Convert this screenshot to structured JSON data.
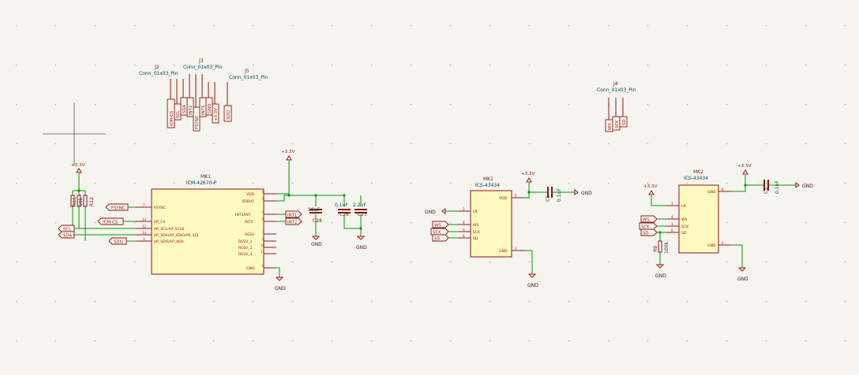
{
  "power_labels": {
    "vcc": "+3.3V",
    "gnd": "GND"
  },
  "components": {
    "u1": {
      "ref": "MK1",
      "value": "ICM-42670-P",
      "left_pins": [
        {
          "num": "7",
          "name": "FSYNC"
        },
        {
          "num": "13",
          "name": "AP_CS"
        },
        {
          "num": "12",
          "name": "AP_SCL/AP_SCLK"
        },
        {
          "num": "14",
          "name": "AP_SDA/AP_SDIO/AP_SDI"
        },
        {
          "num": "1",
          "name": "AP_SDO/AP_AD0"
        }
      ],
      "right_pins": [
        {
          "num": "8",
          "name": "VDD"
        },
        {
          "num": "5",
          "name": "VDDIO"
        },
        {
          "num": "4",
          "name": "INT1/INT"
        },
        {
          "num": "9",
          "name": "INT2"
        },
        {
          "num": "3",
          "name": "RESV"
        },
        {
          "num": "2",
          "name": "RESV_1"
        },
        {
          "num": "10",
          "name": "RESV_2"
        },
        {
          "num": "11",
          "name": "RESV_3"
        },
        {
          "num": "6",
          "name": "GND"
        }
      ]
    },
    "mk1": {
      "ref": "MK1",
      "value": "ICS-43434",
      "left_pins": [
        {
          "num": "3",
          "name": "LR"
        },
        {
          "num": "4",
          "name": "WS"
        },
        {
          "num": "1",
          "name": "SCK"
        },
        {
          "num": "6",
          "name": "SD"
        }
      ],
      "right_pins": [
        {
          "num": "5",
          "name": "VDD"
        },
        {
          "num": "2",
          "name": "GND"
        }
      ]
    },
    "mk2": {
      "ref": "MK2",
      "value": "ICS-43434",
      "left_pins": [
        {
          "num": "3",
          "name": "LR"
        },
        {
          "num": "4",
          "name": "WS"
        },
        {
          "num": "1",
          "name": "SCK"
        },
        {
          "num": "6",
          "name": "SD"
        }
      ],
      "right_pins": [
        {
          "num": "8",
          "name": "GND"
        },
        {
          "num": "2",
          "name": "GND"
        }
      ]
    },
    "connectors": [
      {
        "ref": "J2",
        "value": "Conn_01x03_Pin",
        "nets": [
          "ICM-CS",
          "SCL",
          "SDA"
        ]
      },
      {
        "ref": "J3",
        "value": "Conn_01x03_Pin",
        "nets": [
          "INT2",
          "FSYNC",
          "INT1"
        ]
      },
      {
        "ref": "J5",
        "value": "Conn_01x03_Pin",
        "nets": [
          "GND",
          "+3.3V",
          "SDO"
        ]
      },
      {
        "ref": "J4",
        "value": "Conn_01x03_Pin",
        "nets": [
          "WS",
          "SCK",
          "SD"
        ]
      }
    ],
    "resistors": [
      {
        "ref": "R11",
        "value": "10k"
      },
      {
        "ref": "R10",
        "value": "10k"
      },
      {
        "ref": "R12",
        "value": "10k"
      },
      {
        "ref": "R9",
        "value": "100k"
      }
    ],
    "capacitors": [
      {
        "ref": "C28",
        "value": "10uF"
      },
      {
        "ref": "C26",
        "value": "0.1uF"
      },
      {
        "ref": "C27",
        "value": "2.2uF"
      },
      {
        "ref": "C5",
        "value": "0.1uF"
      },
      {
        "ref": "C3",
        "value": "0.1uF"
      }
    ]
  },
  "net_labels": {
    "fsync": "FSYNC",
    "icm_cs": "ICM-CS",
    "scl": "SCL",
    "sda": "SDA",
    "sdo": "SDO",
    "int1": "INT1",
    "int2": "INT2",
    "mk1_ws": "WS",
    "mk1_sck": "SCK",
    "mk1_sd": "SD",
    "mk2_ws": "WS",
    "mk2_sck": "SCK",
    "mk2_sd": "SD"
  }
}
